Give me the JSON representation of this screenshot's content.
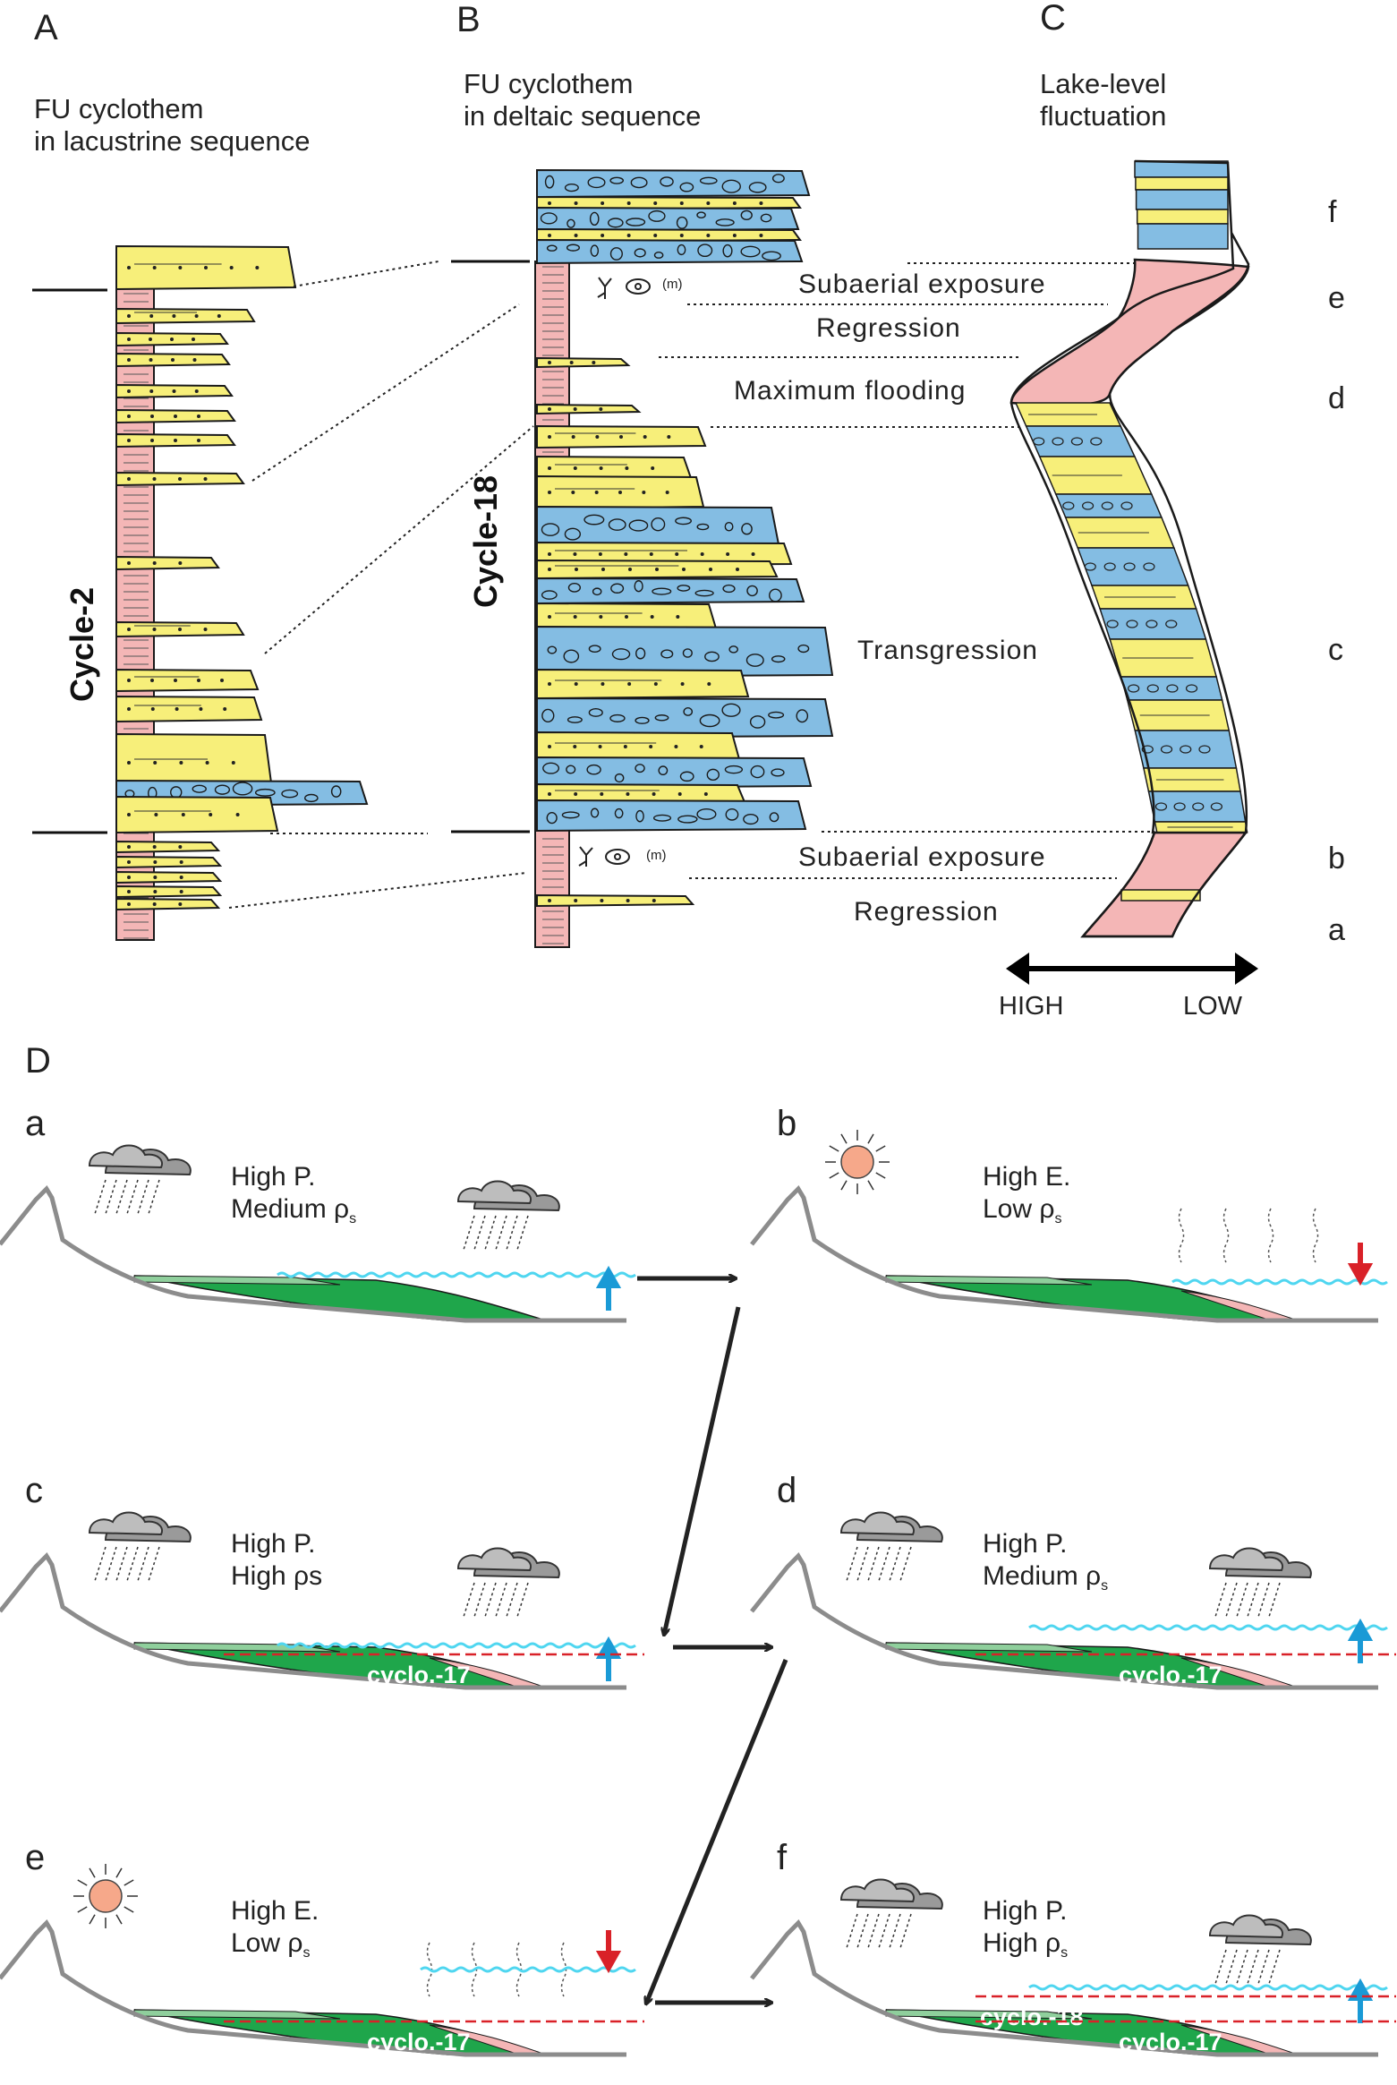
{
  "panels": {
    "A": {
      "label": "A",
      "title_1": "FU cyclothem",
      "title_2": "in lacustrine sequence",
      "cycle_label": "Cycle-2"
    },
    "B": {
      "label": "B",
      "title_1": "FU cyclothem",
      "title_2": "in deltaic sequence",
      "cycle_label": "Cycle-18",
      "m_mark": "(m)"
    },
    "C": {
      "label": "C",
      "title_1": "Lake-level",
      "title_2": "fluctuation",
      "axis_high": "HIGH",
      "axis_low": "LOW"
    },
    "D": {
      "label": "D"
    }
  },
  "phases": {
    "subaerial_top": "Subaerial exposure",
    "regression_top": "Regression",
    "max_flooding": "Maximum flooding",
    "transgression": "Transgression",
    "subaerial_bottom": "Subaerial exposure",
    "regression_bottom": "Regression"
  },
  "stage_letters": [
    "f",
    "e",
    "d",
    "c",
    "b",
    "a"
  ],
  "scenarios": [
    {
      "letter": "a",
      "line1": "High P.",
      "line2": "Medium ",
      "rho": "ρ",
      "sub": "s",
      "weather": "rain",
      "trend": "rise",
      "cyclo": []
    },
    {
      "letter": "b",
      "line1": "High E.",
      "line2": "Low ",
      "rho": "ρ",
      "sub": "s",
      "weather": "sun",
      "trend": "fall",
      "cyclo": []
    },
    {
      "letter": "c",
      "line1": "High P.",
      "line2": "High ",
      "rho": "ρs",
      "sub": "",
      "weather": "rain",
      "trend": "rise",
      "cyclo": [
        "cyclo.-17"
      ]
    },
    {
      "letter": "d",
      "line1": "High P.",
      "line2": "Medium ",
      "rho": "ρ",
      "sub": "s",
      "weather": "rain",
      "trend": "rise",
      "cyclo": [
        "cyclo.-17"
      ]
    },
    {
      "letter": "e",
      "line1": "High E.",
      "line2": "Low ",
      "rho": "ρ",
      "sub": "s",
      "weather": "sun",
      "trend": "fall",
      "cyclo": [
        "cyclo.-17"
      ]
    },
    {
      "letter": "f",
      "line1": "High P.",
      "line2": "High ",
      "rho": "ρ",
      "sub": "s",
      "weather": "rain",
      "trend": "rise",
      "cyclo": [
        "cyclo.-18",
        "cyclo.-17"
      ]
    }
  ],
  "colors": {
    "sand_yellow": "#f7ef7a",
    "conglomerate_blue": "#84bde3",
    "mudstone_pink": "#f4b6b6",
    "delta_green": "#1fa64b",
    "delta_light_green": "#8fcf9c",
    "water_cyan": "#4fd6f0",
    "arrow_blue": "#1a9ad6",
    "arrow_red": "#d92128",
    "sun_orange": "#f6a88a",
    "cloud_gray": "#9a9a9a"
  }
}
